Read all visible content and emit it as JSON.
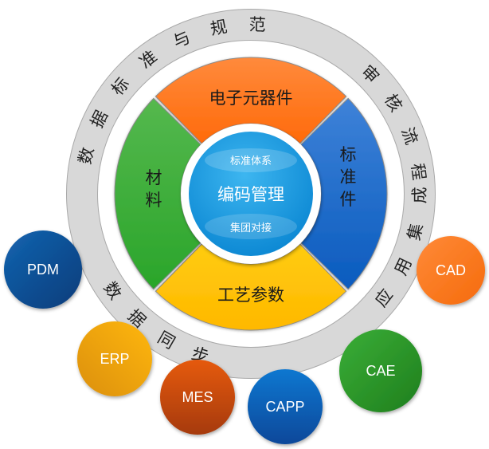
{
  "outer_ring": {
    "segments": [
      {
        "id": "standards",
        "label": "数据标准与规范",
        "chars": [
          "数",
          "据",
          "标",
          "准",
          "与",
          "规",
          "范"
        ]
      },
      {
        "id": "review",
        "label": "审核流程",
        "chars": [
          "审",
          "核",
          "流",
          "程"
        ]
      },
      {
        "id": "integration",
        "label": "应用集成",
        "chars": [
          "应",
          "用",
          "集",
          "成"
        ]
      },
      {
        "id": "sync",
        "label": "数据同步",
        "chars": [
          "数",
          "据",
          "同",
          "步"
        ]
      }
    ]
  },
  "quadrants": [
    {
      "id": "electronic",
      "label": "电子元器件",
      "color": "#FF7A1E"
    },
    {
      "id": "standard-parts",
      "label": "标准件",
      "chars": [
        "标",
        "准",
        "件"
      ],
      "color": "#1F6FCC"
    },
    {
      "id": "process-params",
      "label": "工艺参数",
      "color": "#FFC400"
    },
    {
      "id": "materials",
      "label": "材料",
      "chars": [
        "材",
        "料"
      ],
      "color": "#37A935"
    }
  ],
  "center": {
    "title": "编码管理",
    "top": "标准体系",
    "bottom": "集团对接",
    "color": "#1A9BE0"
  },
  "systems": [
    {
      "id": "pdm",
      "label": "PDM",
      "color": "#0B4E96"
    },
    {
      "id": "erp",
      "label": "ERP",
      "color": "#F3A712"
    },
    {
      "id": "mes",
      "label": "MES",
      "color": "#D2520E"
    },
    {
      "id": "capp",
      "label": "CAPP",
      "color": "#0A63BA"
    },
    {
      "id": "cae",
      "label": "CAE",
      "color": "#2F9A2D"
    },
    {
      "id": "cad",
      "label": "CAD",
      "color": "#FF7A1E"
    }
  ]
}
